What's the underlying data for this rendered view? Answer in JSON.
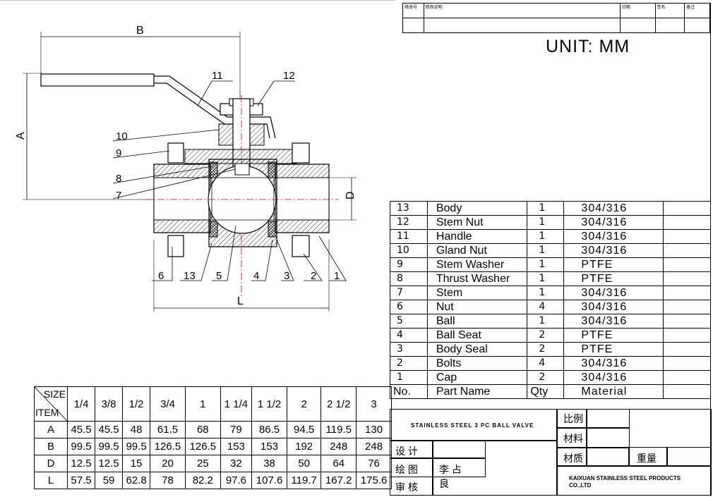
{
  "revision_header": {
    "col1": "修改号",
    "col2": "修改说明",
    "col3": "日期",
    "col4": "签名",
    "col5": "备注"
  },
  "unit_label": "UNIT: MM",
  "drawing": {
    "dim_b": "B",
    "dim_a": "A",
    "dim_d": "D",
    "dim_l": "L",
    "callouts": [
      "11",
      "12",
      "10",
      "9",
      "8",
      "7",
      "6",
      "13",
      "5",
      "4",
      "3",
      "2",
      "1"
    ]
  },
  "parts_list": {
    "header": {
      "no": "No.",
      "name": "Part Name",
      "qty": "Qty",
      "material": "Material"
    },
    "rows": [
      {
        "no": "13",
        "name": "Body",
        "qty": "1",
        "material": "304/316"
      },
      {
        "no": "12",
        "name": "Stem Nut",
        "qty": "1",
        "material": "304/316"
      },
      {
        "no": "11",
        "name": "Handle",
        "qty": "1",
        "material": "304/316"
      },
      {
        "no": "10",
        "name": "Gland Nut",
        "qty": "1",
        "material": "304/316"
      },
      {
        "no": "9",
        "name": "Stem Washer",
        "qty": "1",
        "material": "PTFE"
      },
      {
        "no": "8",
        "name": "Thrust Washer",
        "qty": "1",
        "material": "PTFE"
      },
      {
        "no": "7",
        "name": "Stem",
        "qty": "1",
        "material": "304/316"
      },
      {
        "no": "6",
        "name": "Nut",
        "qty": "4",
        "material": "304/316"
      },
      {
        "no": "5",
        "name": "Ball",
        "qty": "1",
        "material": "304/316"
      },
      {
        "no": "4",
        "name": "Ball Seat",
        "qty": "2",
        "material": "PTFE"
      },
      {
        "no": "3",
        "name": "Body Seal",
        "qty": "2",
        "material": "PTFE"
      },
      {
        "no": "2",
        "name": "Bolts",
        "qty": "4",
        "material": "304/316"
      },
      {
        "no": "1",
        "name": "Cap",
        "qty": "2",
        "material": "304/316"
      }
    ]
  },
  "size_table": {
    "corner_top": "SIZE",
    "corner_bottom": "ITEM",
    "sizes": [
      "1/4",
      "3/8",
      "1/2",
      "3/4",
      "1",
      "1 1/4",
      "1 1/2",
      "2",
      "2 1/2",
      "3"
    ],
    "rows": [
      {
        "item": "A",
        "values": [
          "45.5",
          "45.5",
          "48",
          "61.5",
          "68",
          "79",
          "86.5",
          "94.5",
          "119.5",
          "130"
        ]
      },
      {
        "item": "B",
        "values": [
          "99.5",
          "99.5",
          "99.5",
          "126.5",
          "126.5",
          "153",
          "153",
          "192",
          "248",
          "248"
        ]
      },
      {
        "item": "D",
        "values": [
          "12.5",
          "12.5",
          "15",
          "20",
          "25",
          "32",
          "38",
          "50",
          "64",
          "76"
        ]
      },
      {
        "item": "L",
        "values": [
          "57.5",
          "59",
          "62.8",
          "78",
          "82.2",
          "97.6",
          "107.6",
          "119.7",
          "167.2",
          "175.6"
        ]
      }
    ]
  },
  "title_block": {
    "product": "STAINLESS  STEEL  3 PC BALL  VALVE",
    "scale_label": "比例",
    "material_label": "材料",
    "quality_label": "材质",
    "weight_label": "重量",
    "design_label": "设  计",
    "drawn_label": "绘  图",
    "check_label": "审  核",
    "drawer_name": "李 占",
    "drawer_name2": "良",
    "company_line1": "KAIXUAN STAINLESS STEEL PRODUCTS",
    "company_line2": "CO.,LTD"
  }
}
